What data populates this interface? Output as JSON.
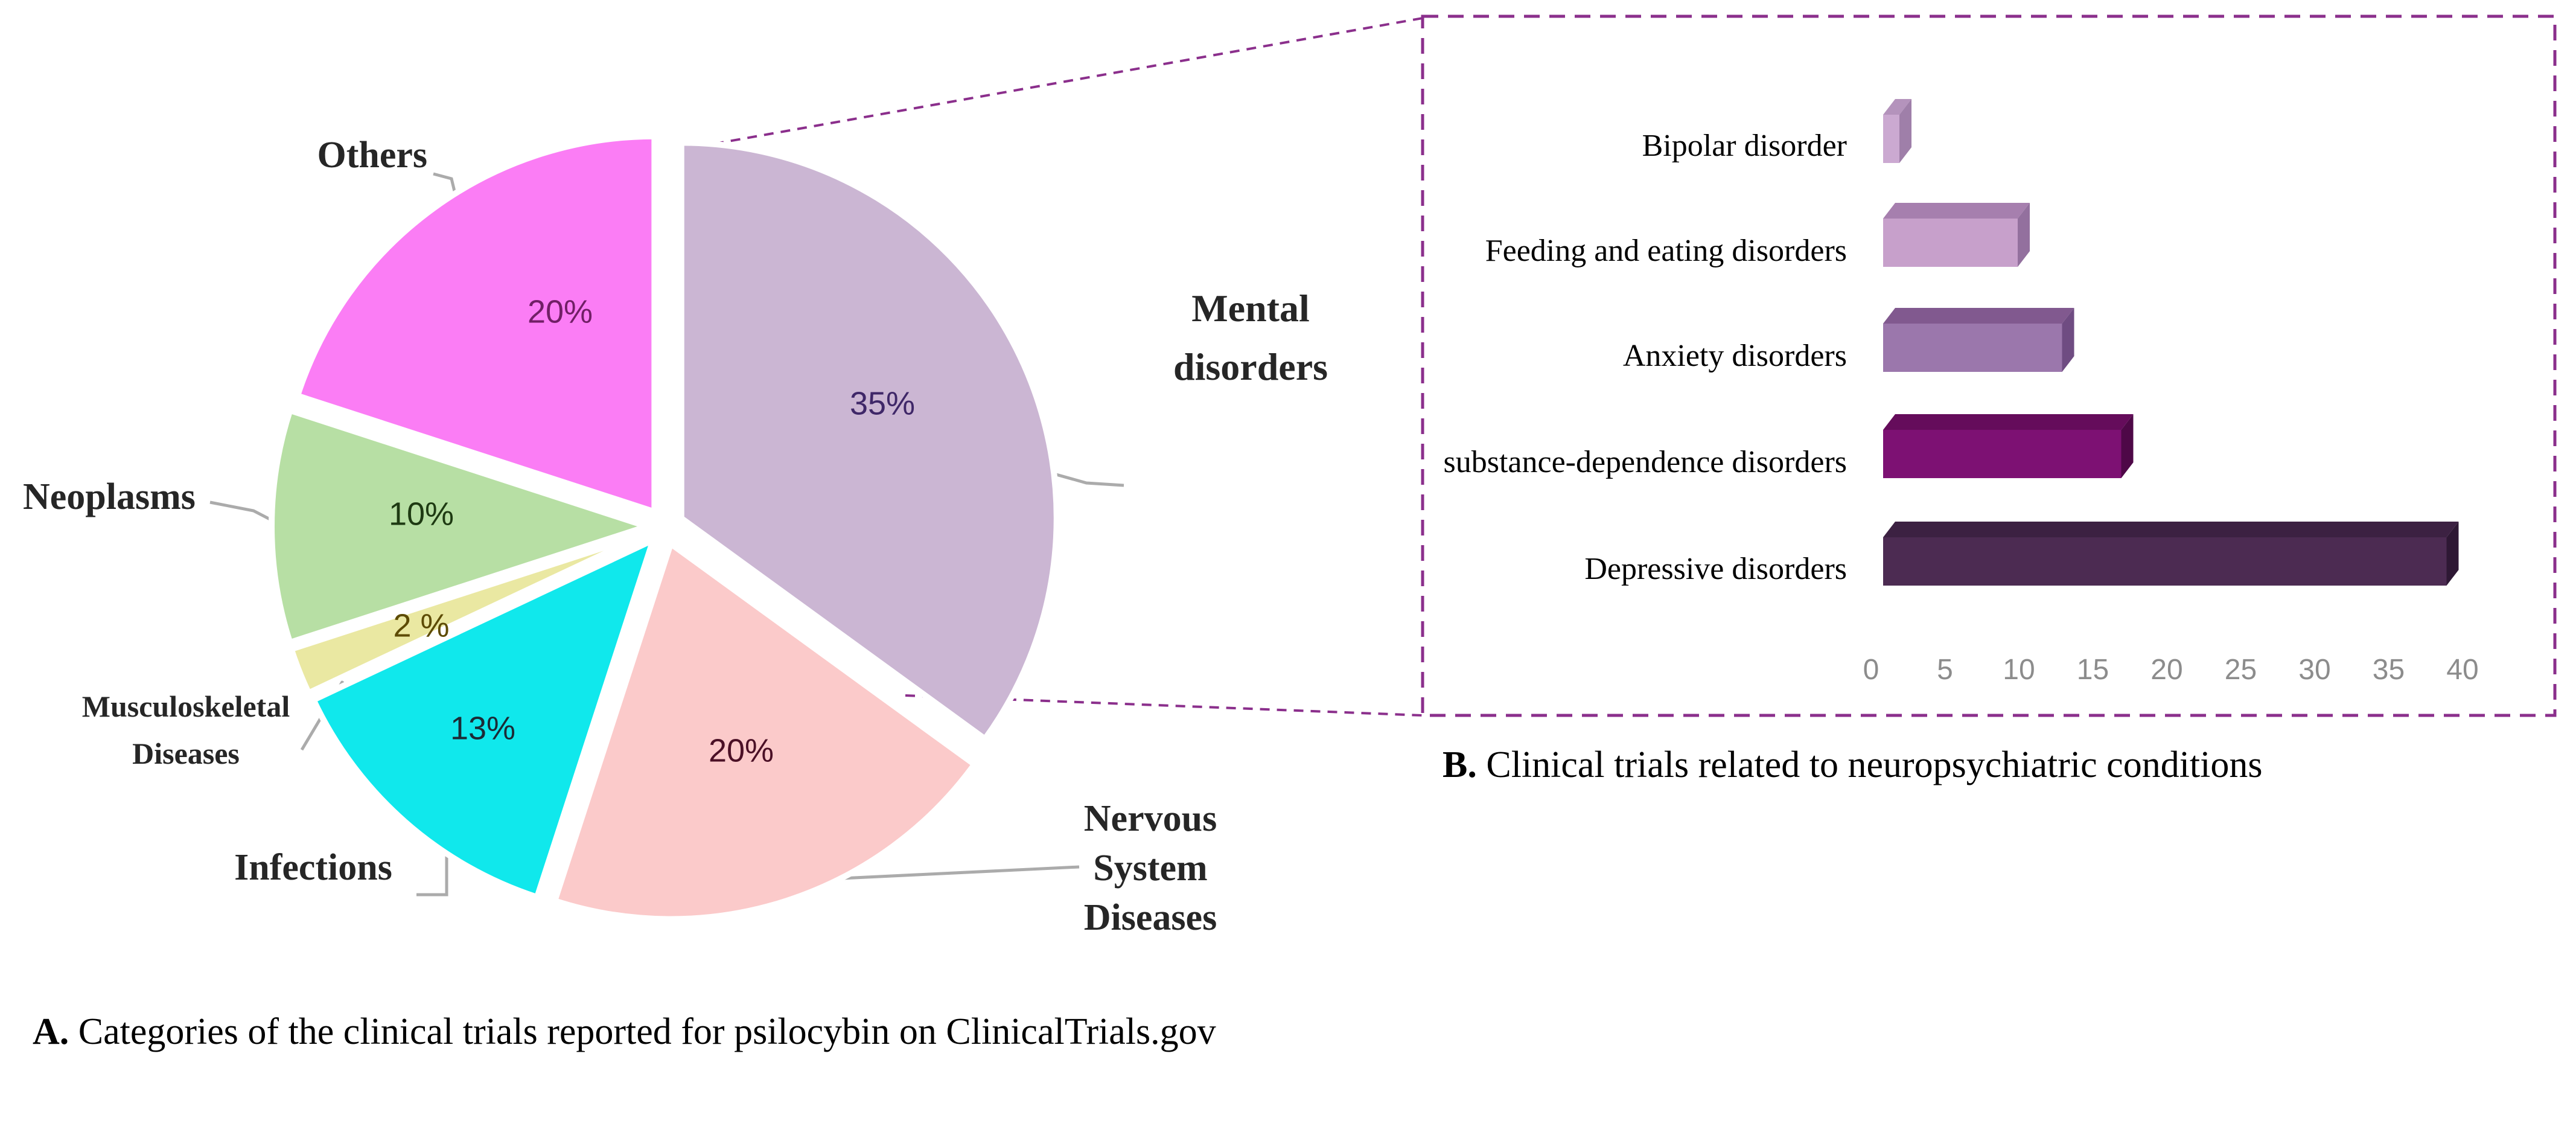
{
  "figure": {
    "panel_a": {
      "label": "A.",
      "caption": "Categories of the clinical trials reported for psilocybin on ClinicalTrials.gov"
    },
    "panel_b": {
      "label": "B.",
      "caption": "Clinical trials related to neuropsychiatric conditions"
    }
  },
  "chart_data": [
    {
      "type": "pie",
      "title": "Categories of the clinical trials reported for psilocybin on ClinicalTrials.gov",
      "categories": [
        "Mental disorders",
        "Nervous System Diseases",
        "Infections",
        "Musculoskeletal Diseases",
        "Neoplasms",
        "Others"
      ],
      "values": [
        35,
        20,
        13,
        2,
        10,
        20
      ],
      "value_labels": [
        "35%",
        "20%",
        "13%",
        "2 %",
        "10%",
        "20%"
      ],
      "slice_colors": [
        "#CBB6D3",
        "#FBCACA",
        "#10E8EC",
        "#EAE8A2",
        "#B7DFA4",
        "#FB7DF5"
      ],
      "value_label_colors": [
        "#3F2768",
        "#4B1026",
        "#1C2B36",
        "#5D4B04",
        "#1E3A12",
        "#711F66"
      ],
      "start_angle_deg": 0,
      "direction": "clockwise",
      "exploded": true,
      "legend_position": "external-callout-labels"
    },
    {
      "type": "bar",
      "orientation": "horizontal",
      "style": "3d",
      "title": "Clinical trials related to neuropsychiatric conditions",
      "categories": [
        "Bipolar disorder",
        "Feeding and eating disorders",
        "Anxiety disorders",
        "substance-dependence disorders",
        "Depressive disorders"
      ],
      "values": [
        2,
        10,
        13,
        17,
        39
      ],
      "bar_colors_front": [
        "#CBA9D1",
        "#C7A0CB",
        "#9B77AC",
        "#7D1173",
        "#4C2B52"
      ],
      "bar_colors_top": [
        "#B493BC",
        "#A67FAE",
        "#81598F",
        "#650C5B",
        "#3C2142"
      ],
      "bar_colors_side": [
        "#9F7FA9",
        "#93709E",
        "#6F4C82",
        "#4E0847",
        "#2E1834"
      ],
      "xlabel": "",
      "ylabel": "",
      "xlim": [
        0,
        40
      ],
      "x_ticks": [
        0,
        5,
        10,
        15,
        20,
        25,
        30,
        35,
        40
      ],
      "grid": false,
      "tick_color": "#8C8C8C"
    }
  ],
  "accents": {
    "callout_dash_color": "#8B2F8C",
    "leader_line_color": "#ABABAB"
  }
}
